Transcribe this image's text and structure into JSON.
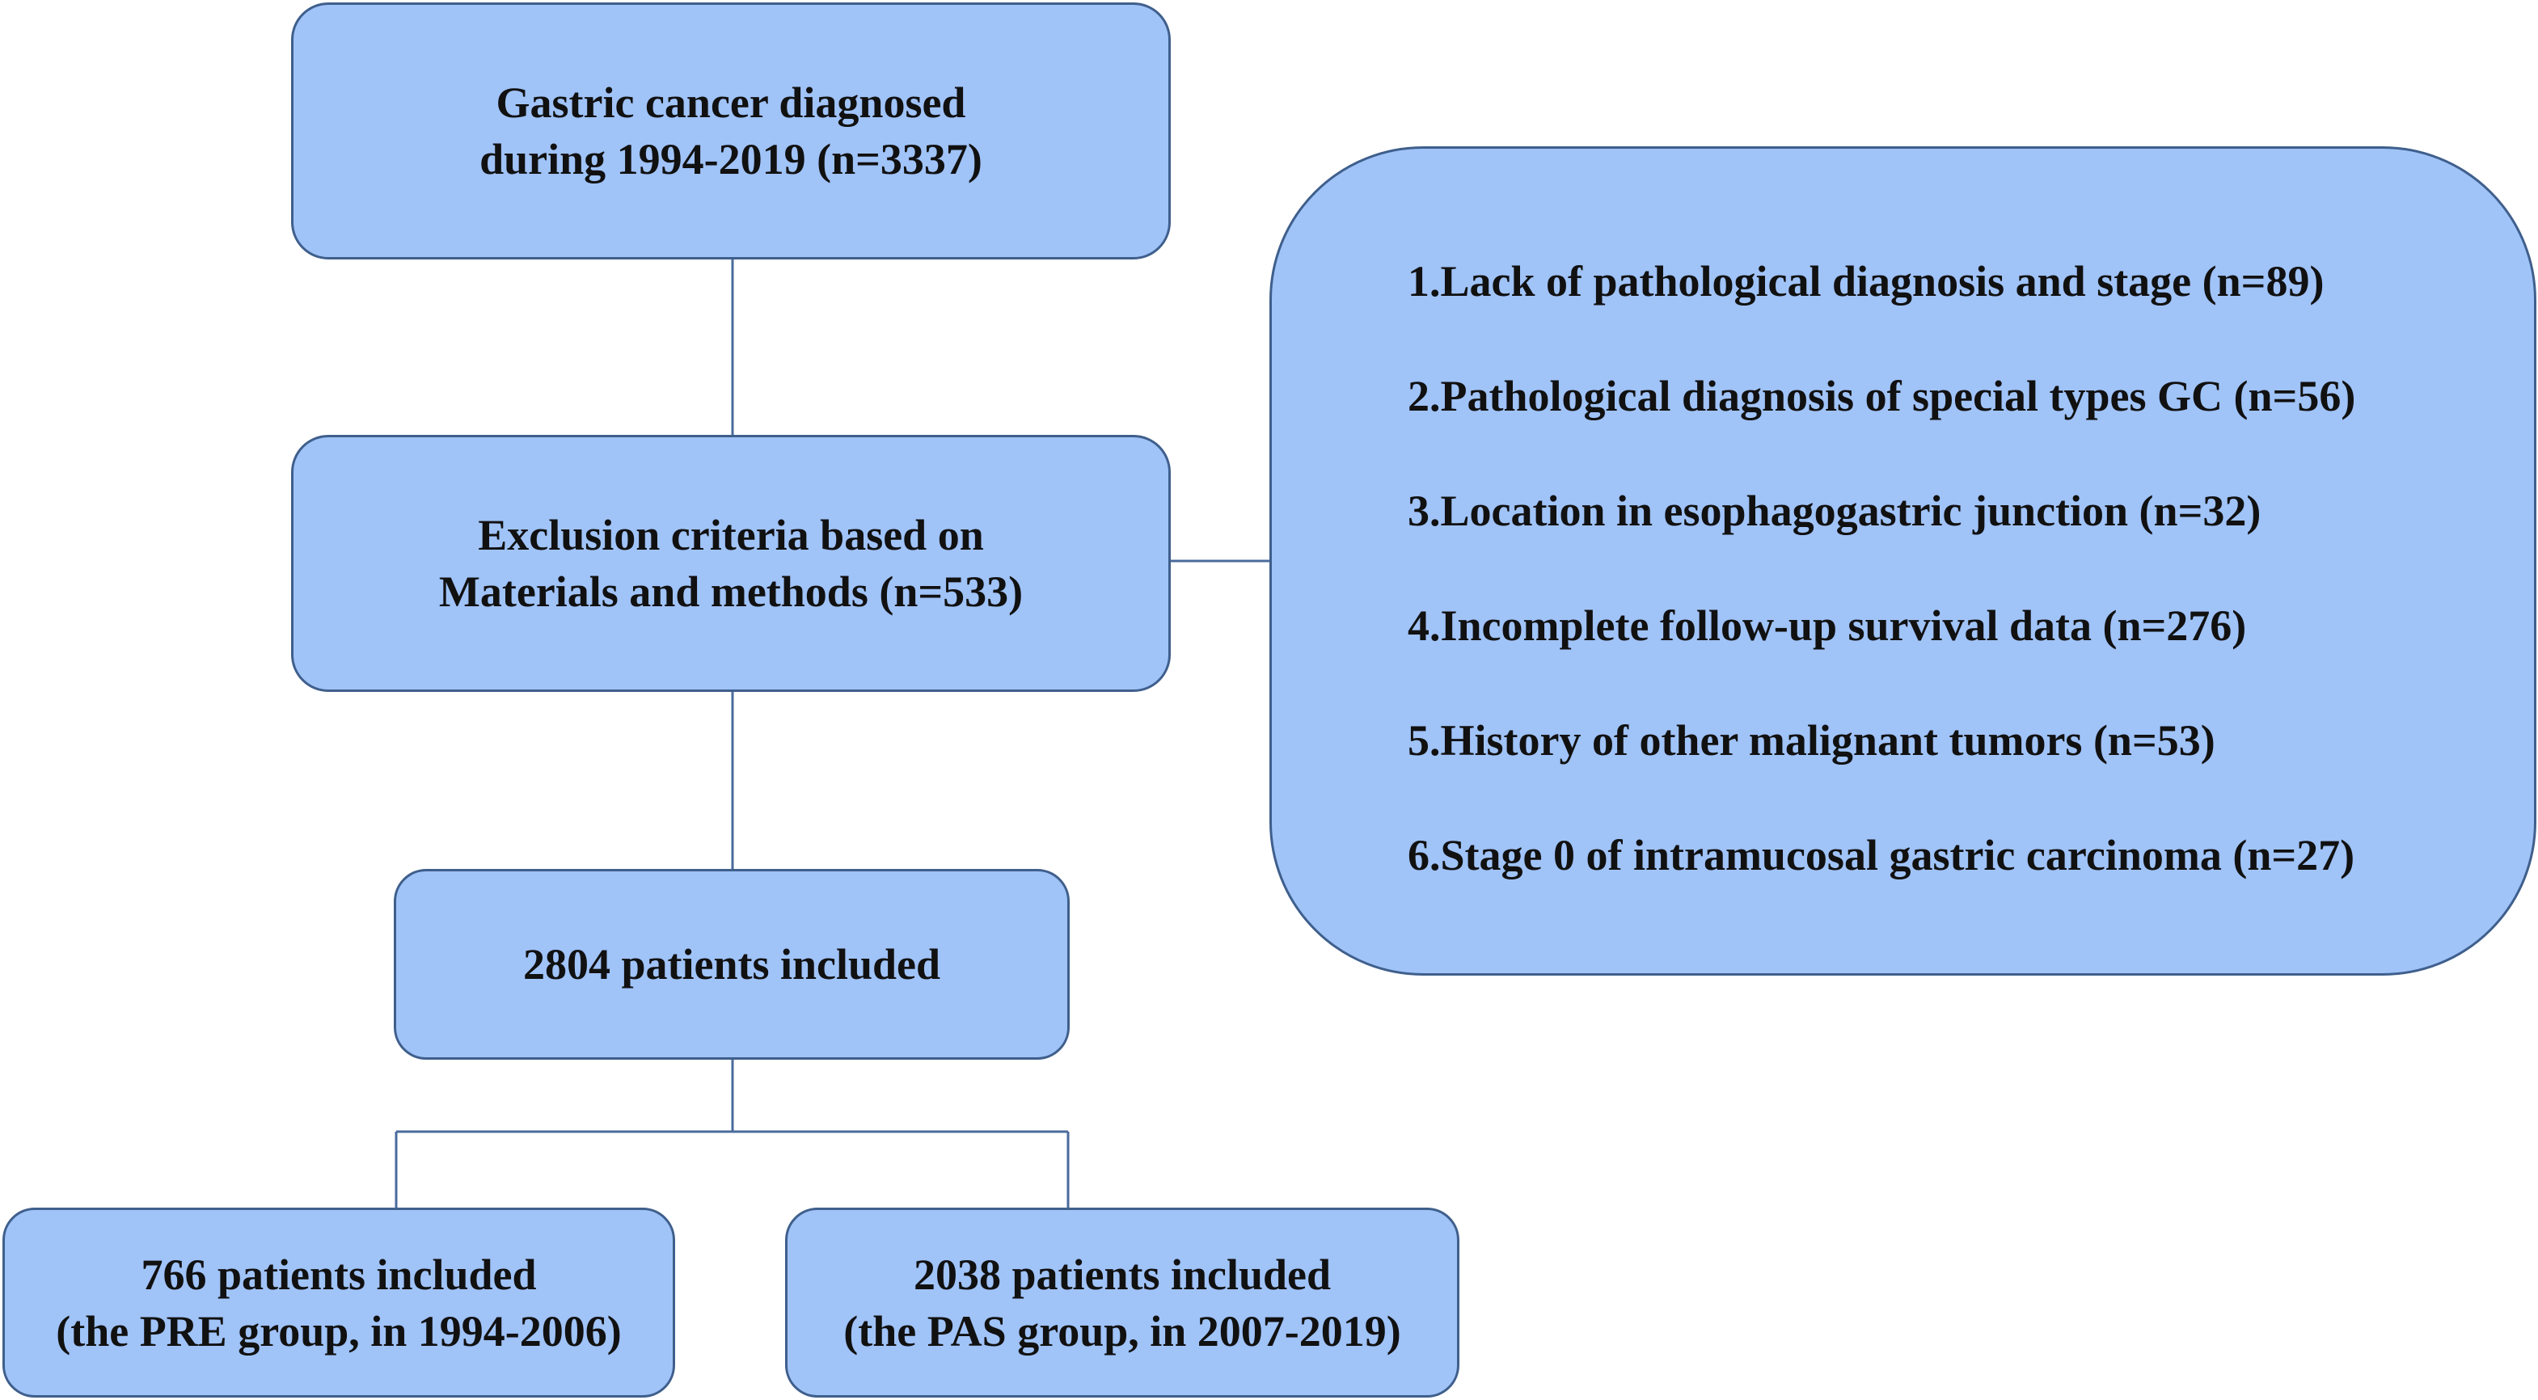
{
  "nodes": {
    "top": {
      "line1": "Gastric cancer diagnosed",
      "line2": "during 1994-2019 (n=3337)"
    },
    "exclusion": {
      "line1": "Exclusion criteria based on",
      "line2": "Materials and methods (n=533)"
    },
    "included": {
      "line1": "2804 patients included"
    },
    "pre_group": {
      "line1": "766 patients included",
      "line2": "(the PRE group, in 1994-2006)"
    },
    "pas_group": {
      "line1": "2038 patients included",
      "line2": "(the PAS group, in 2007-2019)"
    }
  },
  "criteria": [
    "1.Lack of pathological diagnosis and stage (n=89)",
    "2.Pathological diagnosis of special types GC (n=56)",
    "3.Location in esophagogastric junction (n=32)",
    "4.Incomplete follow-up survival data (n=276)",
    "5.History of other malignant tumors (n=53)",
    "6.Stage 0 of intramucosal gastric carcinoma (n=27)"
  ],
  "colors": {
    "box_fill": "#a0c3f8",
    "box_border": "#3f5f8c",
    "connector": "#4a6b9c",
    "text": "#111111"
  }
}
